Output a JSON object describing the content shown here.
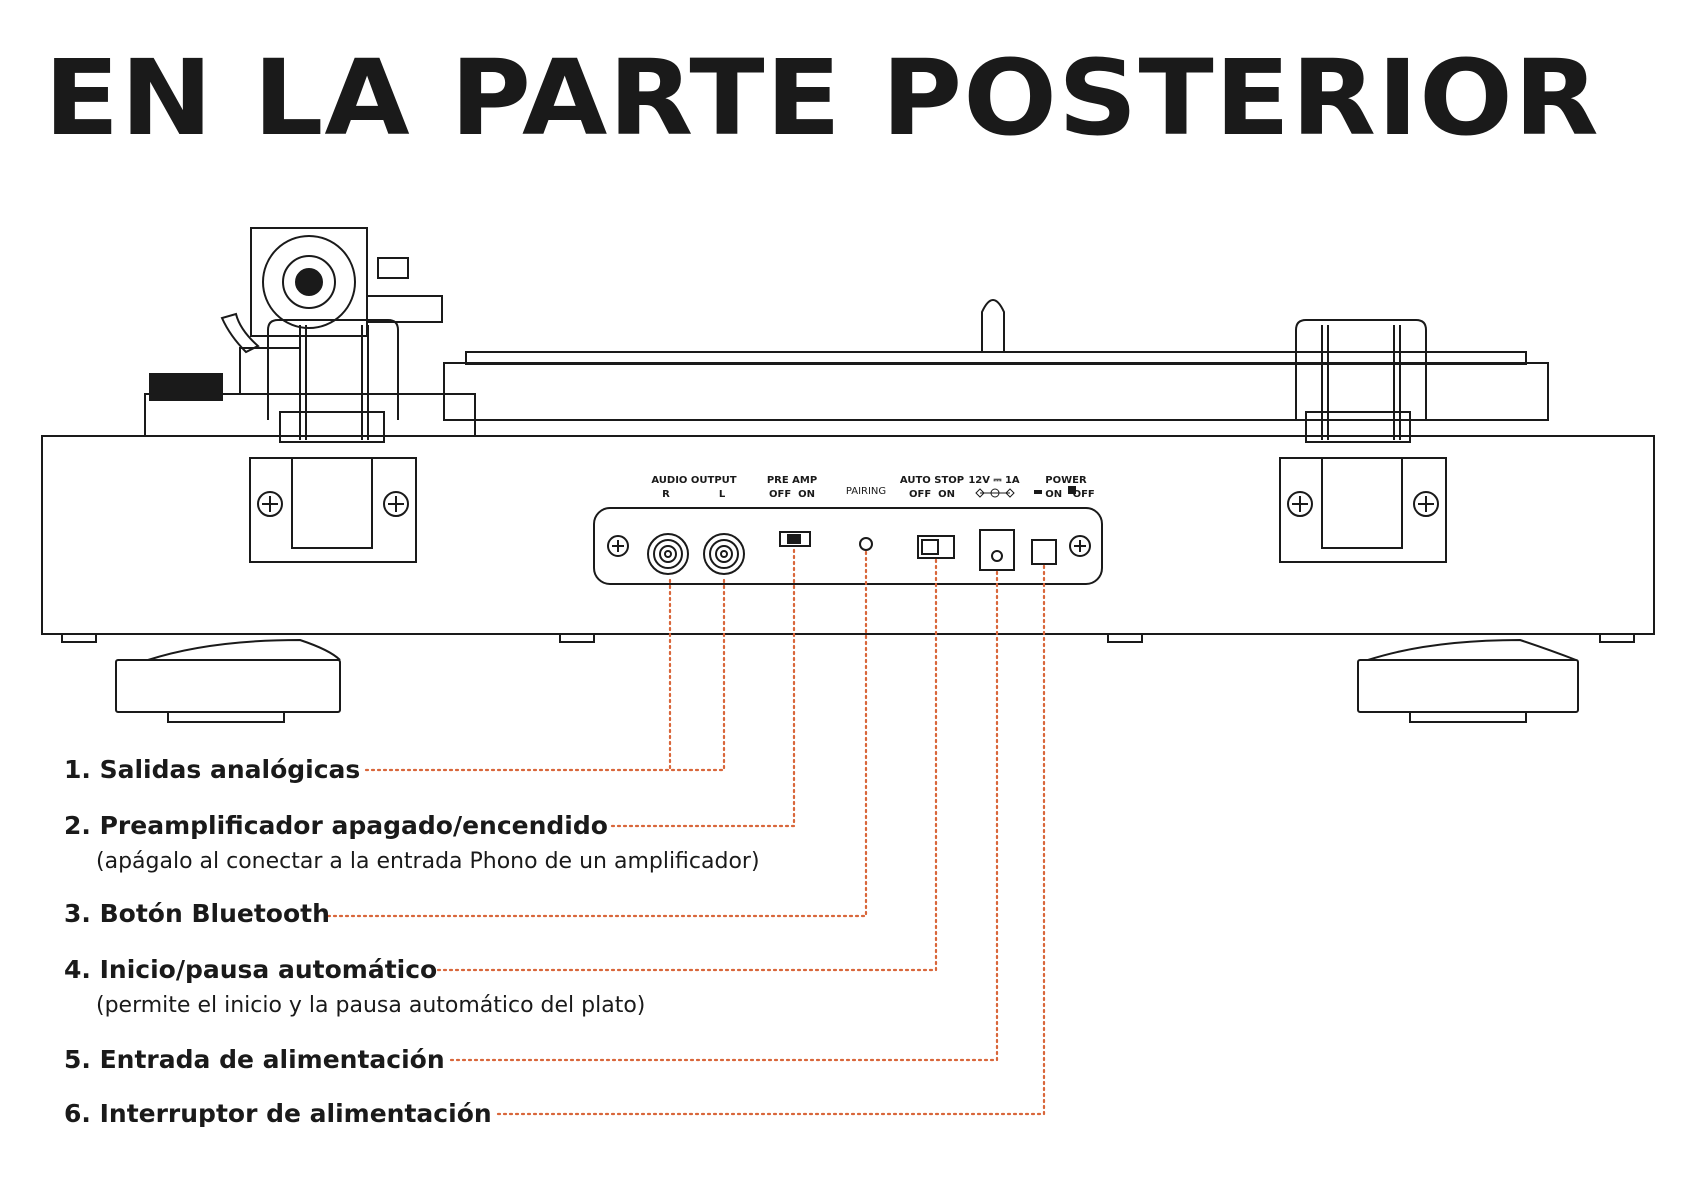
{
  "title": "EN LA PARTE POSTERIOR",
  "colors": {
    "ink": "#1a1a1a",
    "leader": "#d9663a",
    "background": "#ffffff"
  },
  "panel_labels": {
    "audio_output": "AUDIO OUTPUT",
    "channel_r": "R",
    "channel_l": "L",
    "pre_amp": "PRE AMP",
    "pre_amp_states": "OFF  ON",
    "pairing": "PAIRING",
    "auto_stop": "AUTO STOP",
    "auto_stop_states": "OFF  ON",
    "dc_rating": "12V ⎓ 1A",
    "power": "POWER",
    "power_states": "ON   OFF"
  },
  "legend": [
    {
      "title": "1. Salidas analógicas",
      "sub": ""
    },
    {
      "title": "2. Preamplificador apagado/encendido",
      "sub": "(apágalo al conectar a la entrada Phono de un amplificador)"
    },
    {
      "title": "3. Botón Bluetooth",
      "sub": ""
    },
    {
      "title": "4. Inicio/pausa automático",
      "sub": "(permite el inicio y la pausa automático del plato)"
    },
    {
      "title": "5. Entrada de alimentación",
      "sub": ""
    },
    {
      "title": "6. Interruptor de alimentación",
      "sub": ""
    }
  ]
}
